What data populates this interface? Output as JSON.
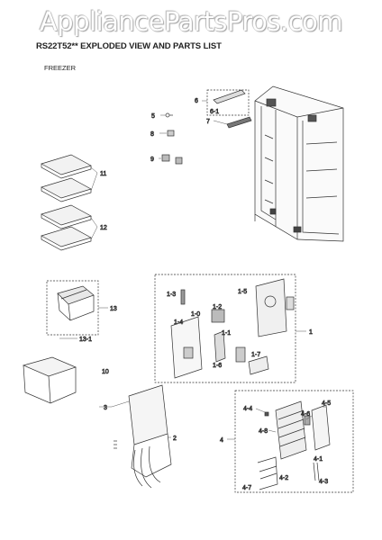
{
  "watermark": "AppliancePartsPros.com",
  "header": {
    "title": "RS22T52** EXPLODED VIEW AND PARTS LIST",
    "section": "FREEZER"
  },
  "callouts": {
    "c1": "1",
    "c1_0": "1-0",
    "c1_1": "1-1",
    "c1_2": "1-2",
    "c1_3": "1-3",
    "c1_4": "1-4",
    "c1_5": "1-5",
    "c1_6": "1-6",
    "c1_7": "1-7",
    "c2": "2",
    "c3": "3",
    "c4": "4",
    "c4_1": "4-1",
    "c4_2": "4-2",
    "c4_3": "4-3",
    "c4_4": "4-4",
    "c4_5": "4-5",
    "c4_6": "4-6",
    "c4_7": "4-7",
    "c4_8": "4-8",
    "c5": "5",
    "c6": "6",
    "c6_1": "6-1",
    "c7": "7",
    "c8": "8",
    "c9": "9",
    "c10": "10",
    "c11": "11",
    "c12": "12",
    "c13": "13",
    "c13_1": "13-1"
  }
}
